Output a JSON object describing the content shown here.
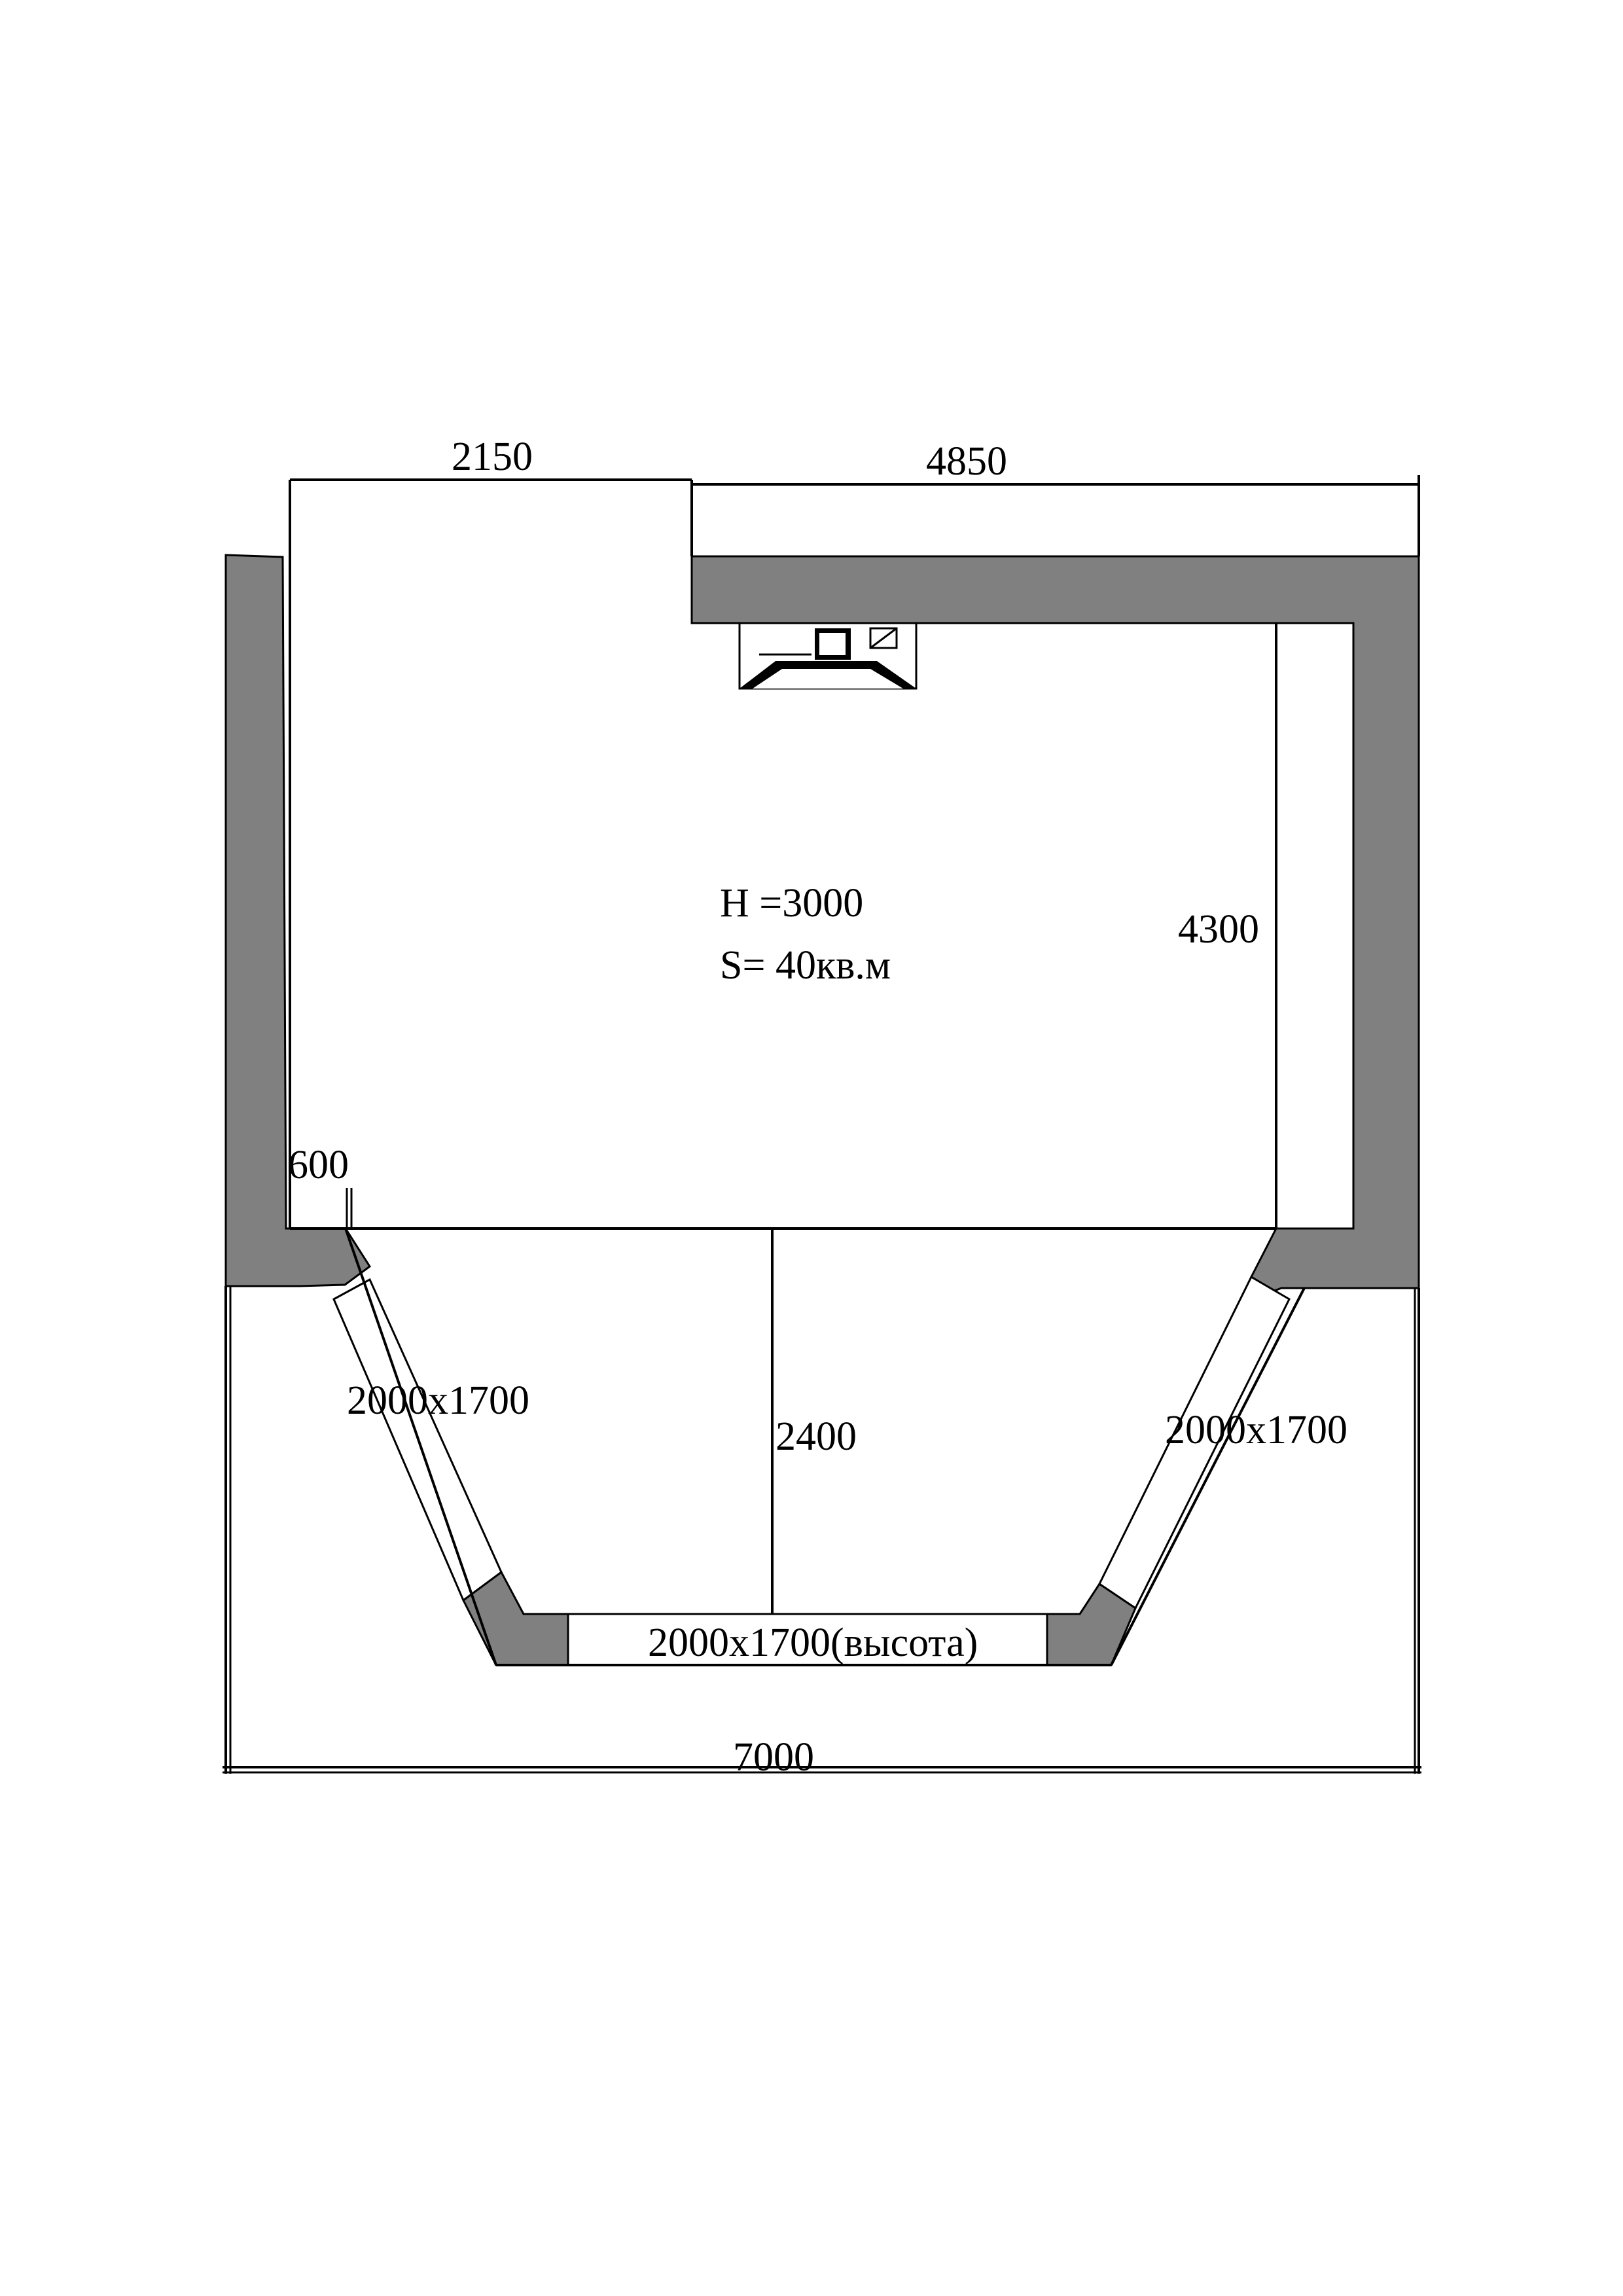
{
  "plan": {
    "dimensions": {
      "top_left_width": "2150",
      "top_right_width": "4850",
      "right_depth": "4300",
      "left_offset": "600",
      "bay_depth": "2400",
      "total_width": "7000"
    },
    "room": {
      "height_label": "H =3000",
      "area_label": "S= 40кв.м"
    },
    "windows": {
      "left": "2000x1700",
      "right": "2000x1700",
      "bottom": "2000x1700(высота)"
    },
    "colors": {
      "wall": "#808080",
      "line": "#000000",
      "background": "#ffffff"
    }
  }
}
